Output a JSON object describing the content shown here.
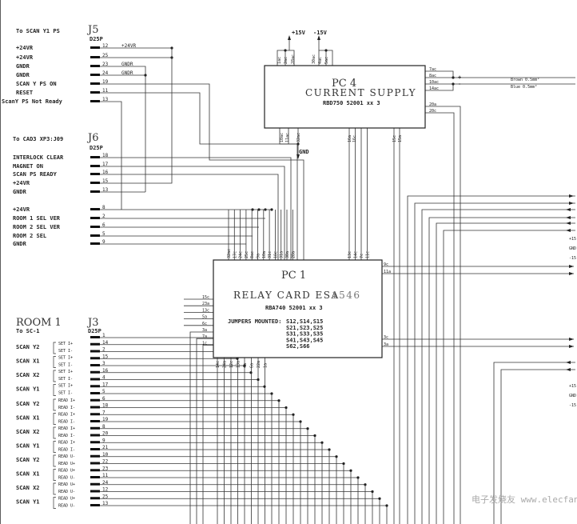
{
  "j5": {
    "dest": "To SCAN Y1 PS",
    "name": "J5",
    "type": "D25P",
    "signals": [
      "+24VR",
      "+24VR",
      "GNDR",
      "GNDR",
      "SCAN Y PS ON",
      "RESET",
      "ScanY PS Not Ready"
    ],
    "pins": [
      "12",
      "25",
      "23",
      "24",
      "19",
      "11",
      "13"
    ],
    "wire_labels": [
      "+24VR",
      "",
      "GNDR",
      "GNDR",
      "",
      "",
      ""
    ]
  },
  "j6": {
    "dest": "To CAD3  XP3:J09",
    "name": "J6",
    "type": "D25P",
    "signals": [
      "INTERLOCK CLEAR",
      "MAGNET ON",
      "SCAN PS READY",
      "+24VR",
      "GNDR",
      "+24VR",
      "ROOM 1 SEL VER",
      "ROOM 2 SEL VER",
      "ROOM 2 SEL",
      "GNDR"
    ],
    "pins": [
      "18",
      "17",
      "16",
      "15",
      "13",
      "8",
      "2",
      "6",
      "5",
      "9"
    ]
  },
  "pc4": {
    "name": "PC 4",
    "title": "CURRENT SUPPLY",
    "part": "RBD750 52001 xx 3",
    "top_pins": [
      "1ac",
      "2ac",
      "28ac",
      "30ac",
      "4ac",
      "5ac"
    ],
    "bottom_pins": [
      "10ac",
      "11ac",
      "32ac",
      "16a",
      "16c",
      "15c",
      "15a"
    ],
    "right_pins": [
      "7ac",
      "8ac",
      "10ac",
      "14ac",
      "20a",
      "20c"
    ],
    "supply_pos": "+15V",
    "supply_neg": "-15V",
    "gnd": "GND",
    "plus": "+",
    "minus": "-",
    "wire_brown": "Brown 0.5mm²",
    "wire_blue": "Blue  0.5mm²"
  },
  "pc1": {
    "name": "PC 1",
    "title": "RELAY CARD ESA",
    "title_num": "1546",
    "part": "RBA740 52001 xx 3",
    "jumpers_label": "JUMPERS MOUNTED:",
    "jumpers": [
      "S12,S14,S15",
      "S21,S23,S25",
      "S31,S33,S35",
      "S41,S43,S45",
      "S62,S66"
    ],
    "top_pins": [
      "32ac",
      "17c",
      "24c",
      "25c",
      "8ac",
      "9a",
      "10a",
      "31c",
      "18c",
      "31a",
      "30a",
      "28a"
    ],
    "top_right_pins": [
      "13c",
      "14c",
      "7c",
      "11c"
    ],
    "left_pins": [
      "15c",
      "23a",
      "13c",
      "5a",
      "6c",
      "3a",
      "7a",
      "1c"
    ],
    "bottom_pins": [
      "14c",
      "24a",
      "12c",
      "13a",
      "4a",
      "6a",
      "22a",
      "1a"
    ],
    "right_pins": [
      "9c",
      "11a",
      "3c",
      "3a"
    ]
  },
  "j3": {
    "room": "ROOM  1",
    "dest": "To SC-1",
    "name": "J3",
    "type": "D25P",
    "pins": [
      "1",
      "14",
      "2",
      "15",
      "3",
      "16",
      "4",
      "17",
      "5",
      "6",
      "18",
      "7",
      "19",
      "8",
      "20",
      "9",
      "21",
      "10",
      "22",
      "23",
      "11",
      "24",
      "12",
      "25",
      "13"
    ],
    "groups": [
      {
        "axis": "SCAN Y2",
        "a": "SET I+",
        "b": "SET I-"
      },
      {
        "axis": "SCAN X1",
        "a": "SET I+",
        "b": "SET I-"
      },
      {
        "axis": "SCAN X2",
        "a": "SET I+",
        "b": "SET I-"
      },
      {
        "axis": "SCAN Y1",
        "a": "SET I+",
        "b": "SET I-"
      },
      {
        "axis": "SCAN Y2",
        "a": "READ I+",
        "b": "READ I-"
      },
      {
        "axis": "SCAN X1",
        "a": "READ I+",
        "b": "READ I-"
      },
      {
        "axis": "SCAN X2",
        "a": "READ I+",
        "b": "READ I-"
      },
      {
        "axis": "SCAN Y1",
        "a": "READ I+",
        "b": "READ I-"
      },
      {
        "axis": "SCAN Y2",
        "a": "READ U-",
        "b": "READ U+"
      },
      {
        "axis": "SCAN X1",
        "a": "READ U+",
        "b": "READ U-"
      },
      {
        "axis": "SCAN X2",
        "a": "READ U+",
        "b": "READ U-"
      },
      {
        "axis": "SCAN Y1",
        "a": "READ U+",
        "b": "READ U-"
      }
    ]
  },
  "right_edge": {
    "labels_1": [
      "+15",
      "GND",
      "-15"
    ],
    "labels_2": [
      "+15",
      "GND",
      "-15"
    ]
  },
  "watermark": "电子发烧友 www.elecfans.com"
}
